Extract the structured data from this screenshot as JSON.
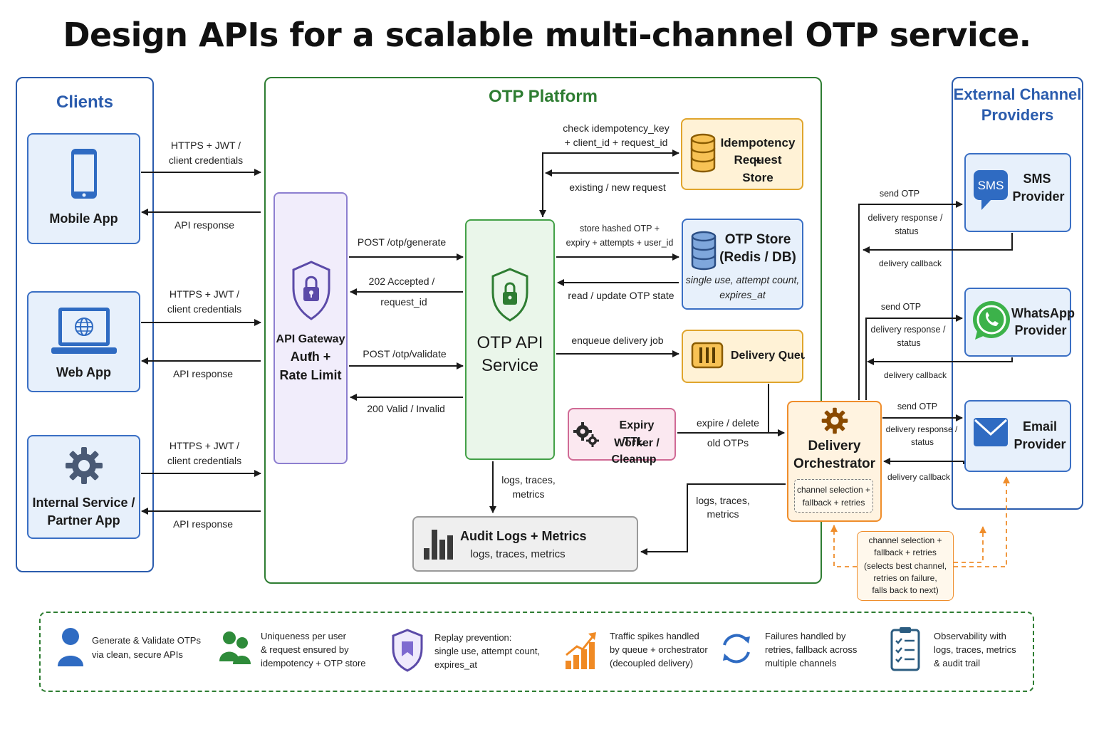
{
  "title": "Design APIs for a scalable multi-channel OTP service.",
  "groups": {
    "clients": "Clients",
    "platform": "OTP Platform",
    "external_line1": "External Channel",
    "external_line2": "Providers"
  },
  "clients": {
    "mobile": "Mobile App",
    "web": "Web App",
    "internal_line1": "Internal Service /",
    "internal_line2": "Partner App"
  },
  "client_flows": {
    "request_line1": "HTTPS + JWT /",
    "request_line2": "client credentials",
    "response": "API response"
  },
  "gateway": {
    "line1": "API Gateway /",
    "line2": "Auth +",
    "line3": "Rate Limit"
  },
  "api_calls": {
    "generate": "POST /otp/generate",
    "accepted_line1": "202 Accepted /",
    "accepted_line2": "request_id",
    "validate": "POST /otp/validate",
    "valid": "200 Valid / Invalid"
  },
  "otp_service": {
    "line1": "OTP API",
    "line2": "Service"
  },
  "idempotency": {
    "line1": "Idempotency +",
    "line2": "Request Store",
    "check_line1": "check idempotency_key",
    "check_line2": "+ client_id + request_id",
    "existing": "existing / new request"
  },
  "otp_store": {
    "line1": "OTP Store",
    "line2": "(Redis / DB)",
    "note_line1": "single use, attempt count,",
    "note_line2": "expires_at",
    "store_line1": "store hashed OTP +",
    "store_line2": "expiry + attempts + user_id",
    "read": "read / update OTP state"
  },
  "queue": {
    "label": "Delivery Queue",
    "enqueue": "enqueue delivery job"
  },
  "expiry": {
    "line1": "Expiry Worker /",
    "line2": "TTL Cleanup",
    "action_line1": "expire / delete",
    "action_line2": "old OTPs"
  },
  "audit": {
    "title": "Audit Logs + Metrics",
    "subtitle": "logs, traces, metrics",
    "from_service_line1": "logs, traces,",
    "from_service_line2": "metrics",
    "from_orch_line1": "logs, traces,",
    "from_orch_line2": "metrics"
  },
  "orchestrator": {
    "line1": "Delivery",
    "line2": "Orchestrator",
    "note_line1": "channel selection +",
    "note_line2": "fallback + retries"
  },
  "providers": {
    "sms_line1": "SMS",
    "sms_line2": "Provider",
    "sms_badge": "SMS",
    "whatsapp_line1": "WhatsApp",
    "whatsapp_line2": "Provider",
    "email_line1": "Email",
    "email_line2": "Provider"
  },
  "provider_flows": {
    "send": "send OTP",
    "resp_line1": "delivery response /",
    "resp_line2": "status",
    "callback": "delivery callback"
  },
  "callout": {
    "line1": "channel selection +",
    "line2": "fallback + retries",
    "line3": "(selects best channel,",
    "line4": "retries on failure,",
    "line5": "falls back to next)"
  },
  "benefits": [
    {
      "line1": "Generate & Validate OTPs",
      "line2": "via clean, secure APIs",
      "line3": ""
    },
    {
      "line1": "Uniqueness per user",
      "line2": "& request ensured by",
      "line3": "idempotency + OTP store"
    },
    {
      "line1": "Replay prevention:",
      "line2": "single use, attempt count,",
      "line3": "expires_at"
    },
    {
      "line1": "Traffic spikes handled",
      "line2": "by queue + orchestrator",
      "line3": "(decoupled delivery)"
    },
    {
      "line1": "Failures handled by",
      "line2": "retries, fallback across",
      "line3": "multiple channels"
    },
    {
      "line1": "Observability with",
      "line2": "logs, traces, metrics",
      "line3": "& audit trail"
    }
  ],
  "colors": {
    "clients_blue": "#2b5cad",
    "platform_green": "#2e7d32",
    "gateway_purple": "#6c5bb8",
    "idempotency_amber": "#e0a52c",
    "expiry_pink": "#c2185b",
    "orchestrator_orange": "#ef8d2b"
  }
}
